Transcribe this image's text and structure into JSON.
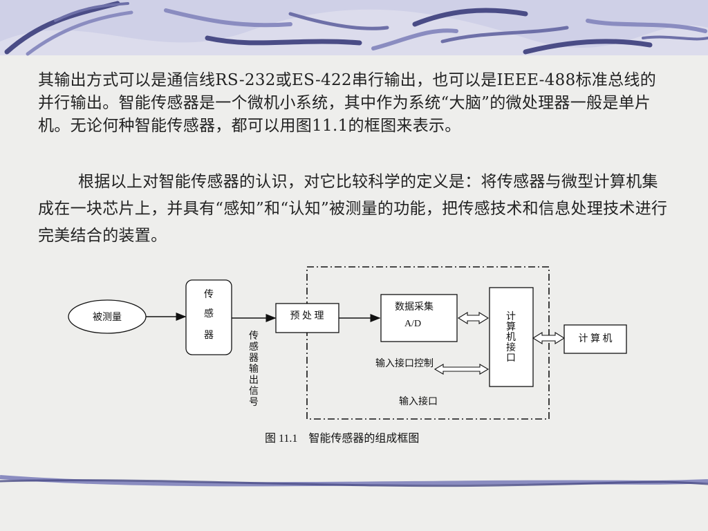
{
  "paragraphs": [
    "其输出方式可以是通信线RS-232或ES-422串行输出，也可以是IEEE-488标准总线的并行输出。智能传感器是一个微机小系统，其中作为系统“大脑”的微处理器一般是单片机。无论何种智能传感器，都可以用图11.1的框图来表示。",
    "根据以上对智能传感器的认识，对它比较科学的定义是：将传感器与微型计算机集成在一块芯片上，并具有“感知”和“认知”被测量的功能，把传感技术和信息处理技术进行完美结合的装置。"
  ],
  "diagram": {
    "measured": "被测量",
    "sensor_chars": [
      "传",
      "感",
      "器"
    ],
    "signal_chars": [
      "传",
      "感",
      "器",
      "输",
      "出",
      "信",
      "号"
    ],
    "preprocess": "预 处 理",
    "daq_line1": "数据采集",
    "daq_line2": "A/D",
    "interface_chars": [
      "计",
      "算",
      "机",
      "接",
      "口"
    ],
    "computer": "计 算 机",
    "input_control": "输入接口控制",
    "input_interface": "输入接口",
    "caption": "图 11.1    智能传感器的组成框图"
  },
  "colors": {
    "background": "#eeeeec",
    "wave_dark": "#4a4c86",
    "wave_mid": "#8a8cc0",
    "wave_light": "#c9cae6",
    "text": "#222222"
  }
}
